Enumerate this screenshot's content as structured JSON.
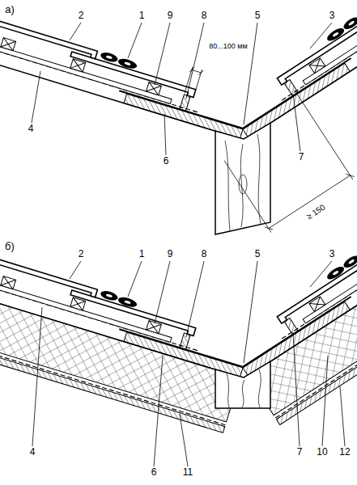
{
  "diagram": {
    "labels": [
      "а)",
      "2",
      "1",
      "9",
      "8",
      "80...100 мм",
      "5",
      "3",
      "4",
      "6",
      "7",
      "≥ 150",
      "б)",
      "2",
      "1",
      "9",
      "8",
      "5",
      "3",
      "4",
      "6",
      "11",
      "7",
      "10",
      "12"
    ]
  }
}
